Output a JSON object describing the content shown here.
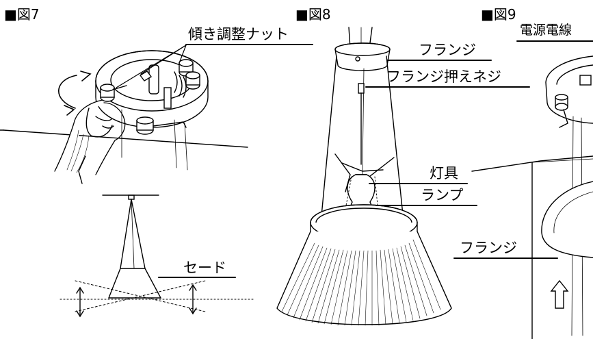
{
  "figures": [
    {
      "label": "■図7"
    },
    {
      "label": "■図8"
    },
    {
      "label": "■図9"
    }
  ],
  "callouts": {
    "tilt_nut": "傾き調整ナット",
    "shade": "セード",
    "flange_fig8": "フランジ",
    "flange_screw": "フランジ押えネジ",
    "fixture": "灯具",
    "lamp": "ランプ",
    "power_wire": "電源電線",
    "flange_fig9": "フランジ"
  }
}
